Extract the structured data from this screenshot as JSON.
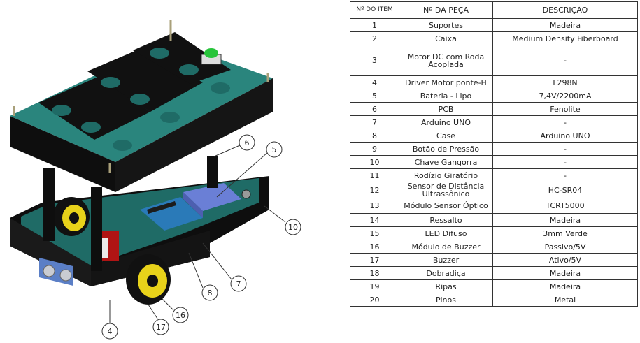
{
  "table": {
    "headers": [
      "Nº DO ITEM",
      "Nº DA PEÇA",
      "DESCRIÇÃO"
    ],
    "rows": [
      {
        "item": "1",
        "part": "Suportes",
        "desc": "Madeira"
      },
      {
        "item": "2",
        "part": "Caixa",
        "desc": "Medium Density Fiberboard"
      },
      {
        "item": "3",
        "part": "Motor DC com Roda Acoplada",
        "desc": "-"
      },
      {
        "item": "4",
        "part": "Driver Motor ponte-H",
        "desc": "L298N"
      },
      {
        "item": "5",
        "part": "Bateria - Lipo",
        "desc": "7,4V/2200mA"
      },
      {
        "item": "6",
        "part": "PCB",
        "desc": "Fenolite"
      },
      {
        "item": "7",
        "part": "Arduino UNO",
        "desc": "-"
      },
      {
        "item": "8",
        "part": "Case",
        "desc": "Arduino UNO"
      },
      {
        "item": "9",
        "part": "Botão de Pressão",
        "desc": "-"
      },
      {
        "item": "10",
        "part": "Chave Gangorra",
        "desc": "-"
      },
      {
        "item": "11",
        "part": "Rodízio Giratório",
        "desc": "-"
      },
      {
        "item": "12",
        "part": "Sensor de Distância Ultrassônico",
        "desc": "HC-SR04"
      },
      {
        "item": "13",
        "part": "Módulo Sensor Óptico",
        "desc": "TCRT5000"
      },
      {
        "item": "14",
        "part": "Ressalto",
        "desc": "Madeira"
      },
      {
        "item": "15",
        "part": "LED Difuso",
        "desc": "3mm Verde"
      },
      {
        "item": "16",
        "part": "Módulo de Buzzer",
        "desc": "Passivo/5V"
      },
      {
        "item": "17",
        "part": "Buzzer",
        "desc": "Ativo/5V"
      },
      {
        "item": "18",
        "part": "Dobradiça",
        "desc": "Madeira"
      },
      {
        "item": "19",
        "part": "Ripas",
        "desc": "Madeira"
      },
      {
        "item": "20",
        "part": "Pinos",
        "desc": "Metal"
      }
    ]
  },
  "callouts": [
    "6",
    "5",
    "10",
    "8",
    "7",
    "16",
    "4",
    "17"
  ],
  "colors": {
    "board_teal": "#1f6b66",
    "board_light": "#2f8f86",
    "frame_black": "#111111",
    "wheel_yellow": "#e8d21a",
    "battery_blue": "#6a7fd6",
    "button_green": "#27c43a",
    "sensor_gray": "#c9ccd2"
  }
}
